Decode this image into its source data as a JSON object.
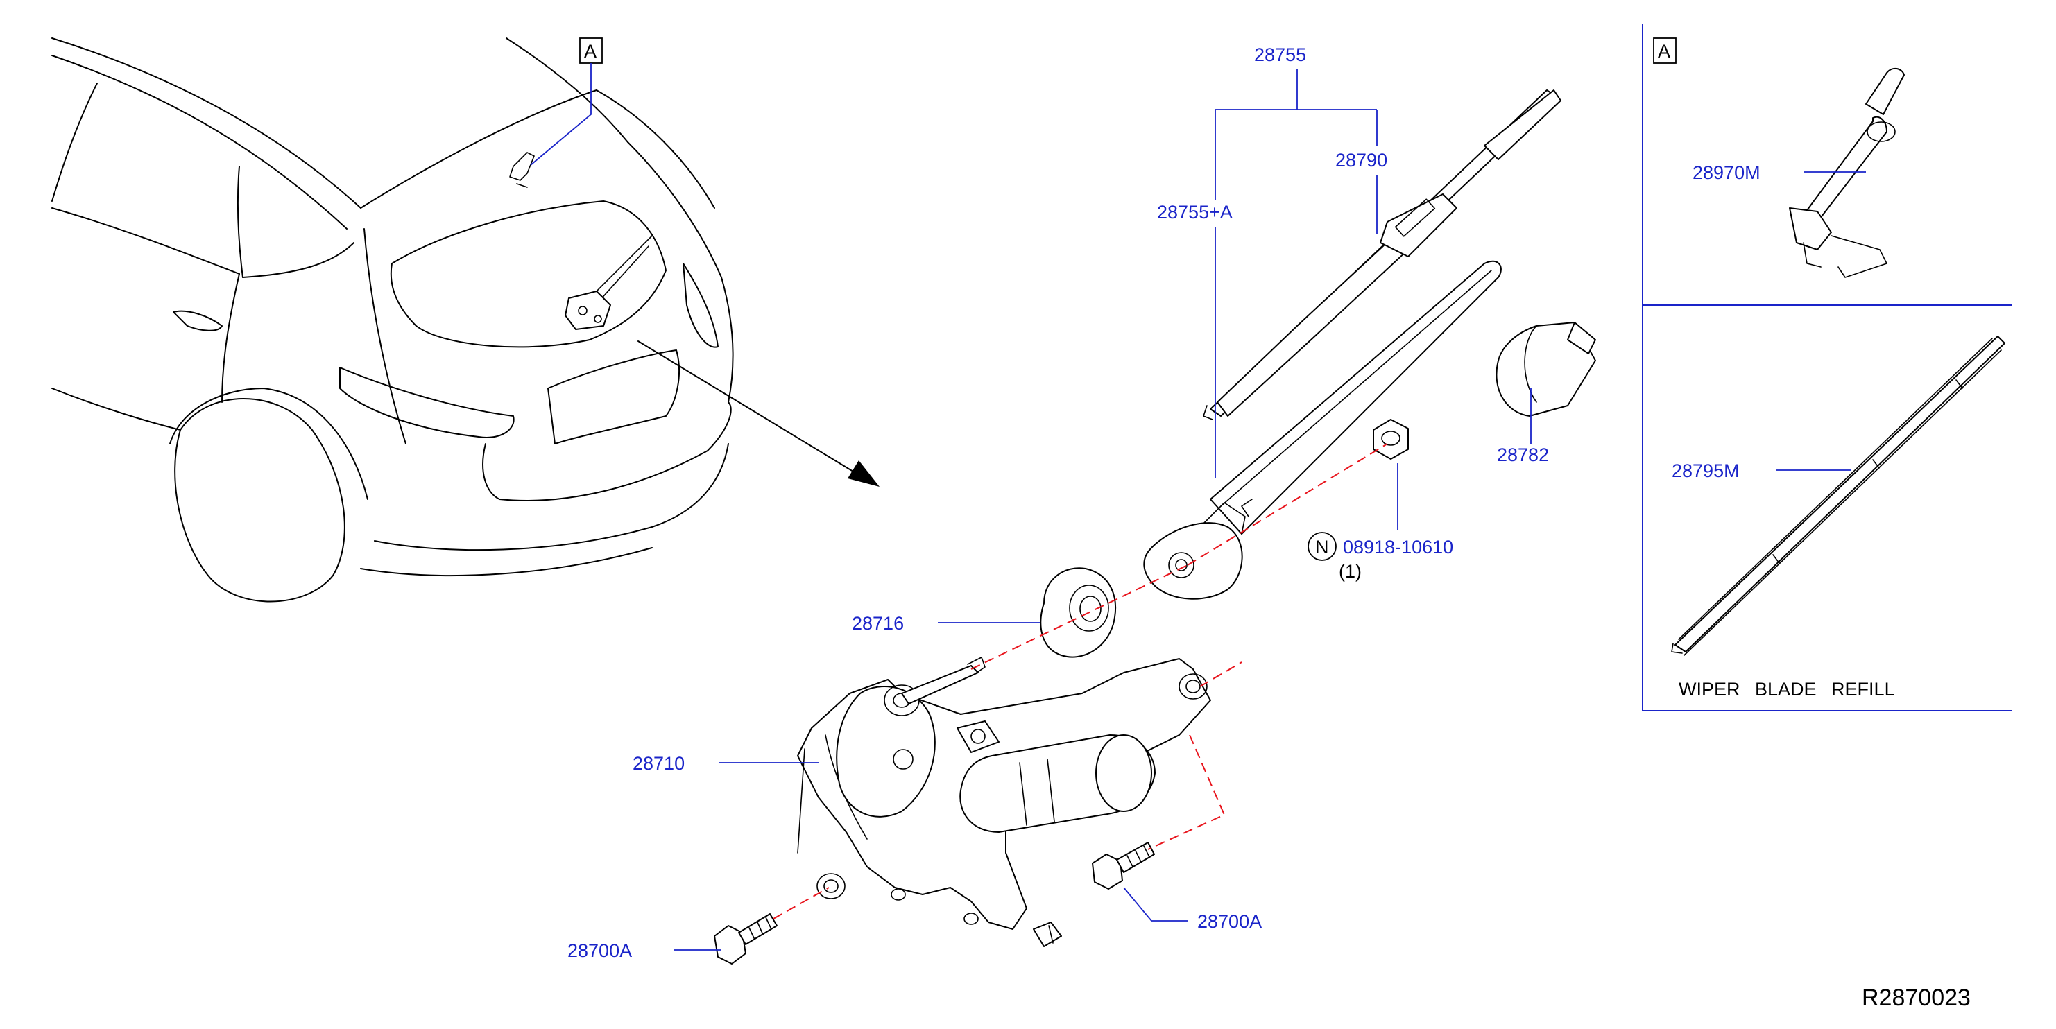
{
  "labels": {
    "wiper_arm_assy": "28755",
    "wiper_arm_assy_a": "28755+A",
    "wiper_blade": "28790",
    "arm_cap": "28782",
    "nut_part": "08918-10610",
    "nut_qty": "(1)",
    "nut_symbol": "N",
    "seal_cap": "28716",
    "motor_assy": "28710",
    "bolt_left": "28700A",
    "bolt_right": "28700A",
    "washer_nozzle": "28970M",
    "blade_refill": "28795M",
    "refill_caption": "WIPER BLADE REFILL",
    "callout_vehicle": "A",
    "callout_panel": "A",
    "diagram_ref": "R2870023"
  },
  "colors": {
    "part_label": "#1a24c9",
    "leader_line": "#1a24c9",
    "alignment_dash": "#e8141c",
    "line_art": "#000000"
  }
}
